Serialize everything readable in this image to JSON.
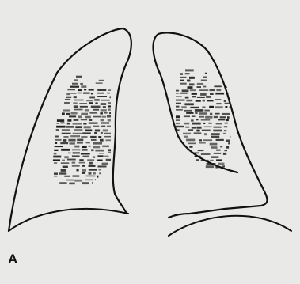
{
  "figure": {
    "panel_label": "A",
    "background_color": "#e9e9e7",
    "outline_color": "#111111",
    "dot_color": "#1a1a1a",
    "parts": [
      {
        "id": "left-lung-outline",
        "kind": "outline"
      },
      {
        "id": "right-lung-outline",
        "kind": "outline"
      },
      {
        "id": "diaphragm-left-dome",
        "kind": "outline"
      },
      {
        "id": "diaphragm-right-dome",
        "kind": "outline"
      },
      {
        "id": "left-lung-perfusion-pattern",
        "kind": "dot-pattern"
      },
      {
        "id": "right-lung-perfusion-pattern",
        "kind": "dot-pattern"
      }
    ]
  }
}
